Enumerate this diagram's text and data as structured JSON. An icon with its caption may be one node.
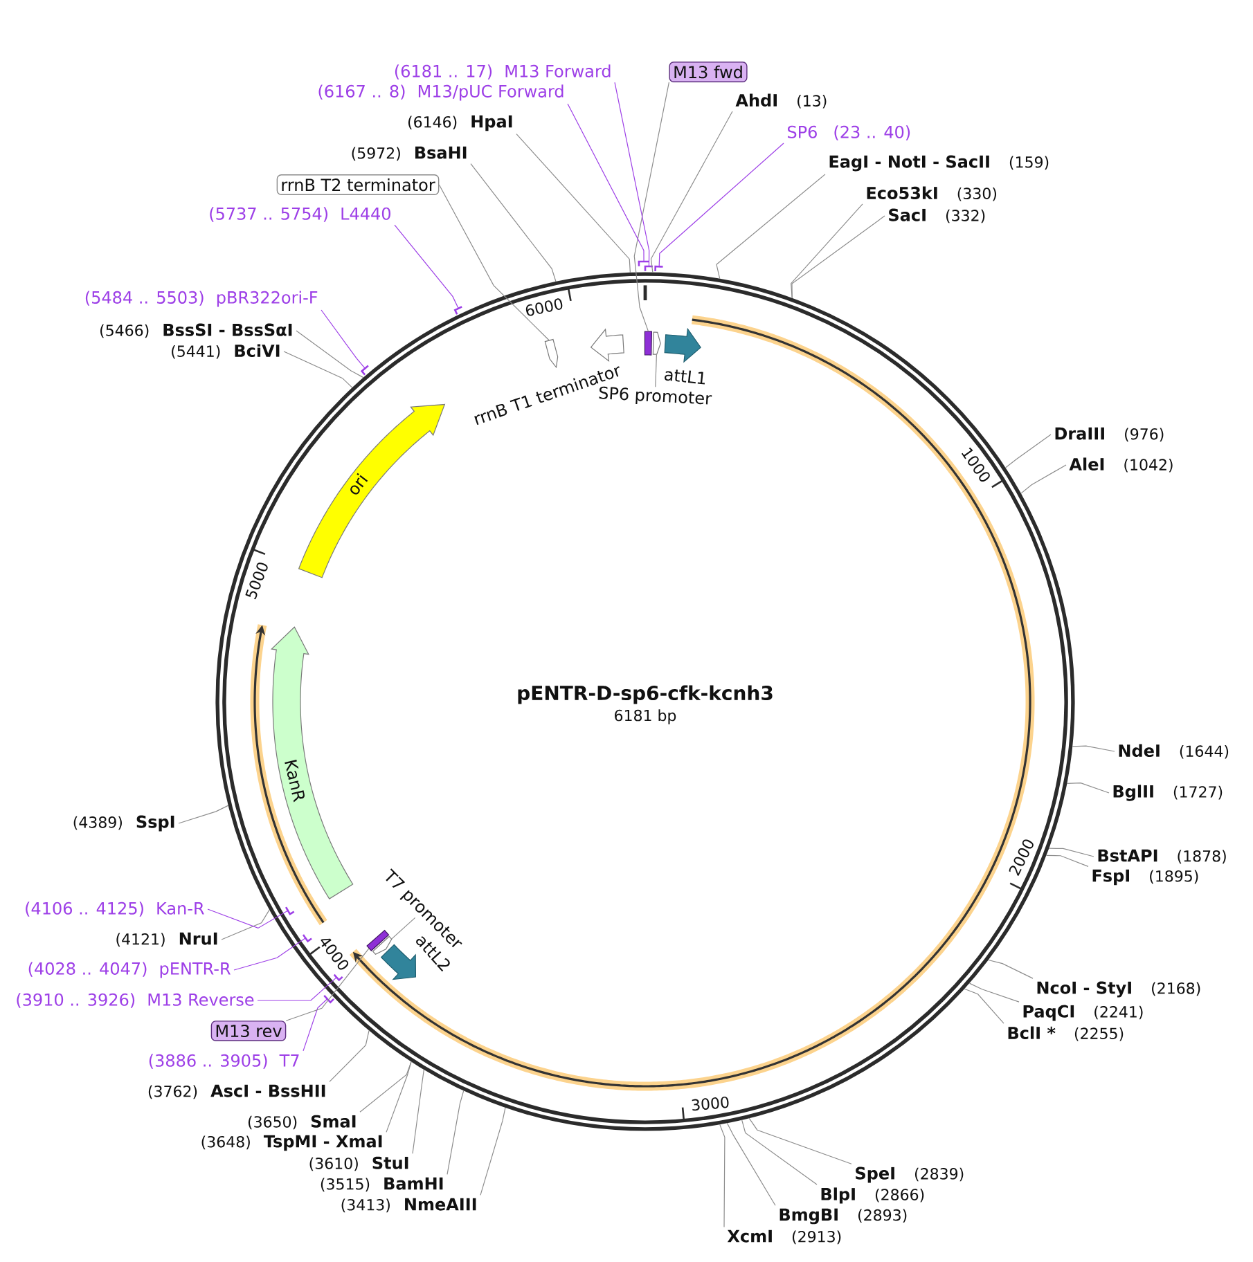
{
  "diagram": {
    "title": "pENTR-D-sp6-cfk-kcnh3",
    "nodes": [
      {
        "text": [
          "M13 fwd"
        ]
      },
      {
        "text": [
          "AhdI",
          "(13)"
        ]
      },
      {
        "text": [
          "SP6",
          "(23 .. 40)"
        ]
      },
      {
        "text": [
          "EagI - NotI - SacII",
          "(159)"
        ]
      },
      {
        "text": [
          "Eco53kI",
          "(330)"
        ]
      },
      {
        "text": [
          "SacI",
          "(332)"
        ]
      },
      {
        "text": [
          "DraIII",
          "(976)"
        ]
      },
      {
        "text": [
          "AleI",
          "(1042)"
        ]
      },
      {
        "text": [
          "NdeI",
          "(1644)"
        ]
      },
      {
        "text": [
          "BglII",
          "(1727)"
        ]
      },
      {
        "text": [
          "BstAPI",
          "(1878)"
        ]
      },
      {
        "text": [
          "FspI",
          "(1895)"
        ]
      },
      {
        "text": [
          "NcoI - StyI",
          "(2168)"
        ]
      },
      {
        "text": [
          "PaqCI",
          "(2241)"
        ]
      },
      {
        "text": [
          "BclI *",
          "(2255)"
        ]
      },
      {
        "text": [
          "SpeI",
          "(2839)"
        ]
      },
      {
        "text": [
          "BlpI",
          "(2866)"
        ]
      },
      {
        "text": [
          "BmgBI",
          "(2893)"
        ]
      },
      {
        "text": [
          "XcmI",
          "(2913)"
        ]
      },
      {
        "text": [
          "(3413)",
          "NmeAIII"
        ]
      },
      {
        "text": [
          "(3515)",
          "BamHI"
        ]
      },
      {
        "text": [
          "(3610)",
          "StuI"
        ]
      },
      {
        "text": [
          "(3648)",
          "TspMI - XmaI"
        ]
      },
      {
        "text": [
          "(3650)",
          "SmaI"
        ]
      },
      {
        "text": [
          "(3762)",
          "AscI - BssHII"
        ]
      },
      {
        "text": [
          "(3886 .. 3905)",
          "T7"
        ]
      },
      {
        "text": [
          "M13 rev"
        ]
      },
      {
        "text": [
          "(3910 .. 3926)",
          "M13 Reverse"
        ]
      },
      {
        "text": [
          "(4028 .. 4047)",
          "pENTR-R"
        ]
      },
      {
        "text": [
          "(4121)",
          "NruI"
        ]
      },
      {
        "text": [
          "(4106 .. 4125)",
          "Kan-R"
        ]
      },
      {
        "text": [
          "(4389)",
          "SspI"
        ]
      },
      {
        "text": [
          "(5441)",
          "BciVI"
        ]
      },
      {
        "text": [
          "(5466)",
          "BssSI - BssSαI"
        ]
      },
      {
        "text": [
          "(5484 .. 5503)",
          "pBR322ori-F"
        ]
      },
      {
        "text": [
          "(5737 .. 5754)",
          "L4440"
        ]
      },
      {
        "text": [
          "rrnB T2 terminator"
        ]
      },
      {
        "text": [
          "(5972)",
          "BsaHI"
        ]
      },
      {
        "text": [
          "(6146)",
          "HpaI"
        ]
      },
      {
        "text": [
          "(6167 .. 8)",
          "M13/pUC Forward"
        ]
      },
      {
        "text": [
          "(6181 .. 17)",
          "M13 Forward"
        ]
      },
      {
        "text": [],
        "shape": "circle"
      },
      {
        "text": [],
        "shape": "arrow",
        "beside": [
          "attL1"
        ],
        "in": 41
      },
      {
        "text": [],
        "shape": "arrow",
        "in": 41
      },
      {
        "text": [],
        "shape": "box",
        "in": 41
      },
      {
        "text": [
          "SP6 promoter"
        ],
        "in": 41
      },
      {
        "text": [],
        "shape": "arrow",
        "in": 41
      },
      {
        "text": [],
        "shape": "box",
        "in": 41
      },
      {
        "text": [
          "T7 promoter"
        ],
        "in": 41
      },
      {
        "text": [],
        "shape": "arrow",
        "beside": [
          "attL2"
        ],
        "in": 41
      },
      {
        "text": [
          "KanR"
        ],
        "in": 41
      },
      {
        "text": [
          "ori"
        ],
        "in": 41
      },
      {
        "text": [],
        "shape": "arrow",
        "beside": [
          "rrnB T1 terminator"
        ],
        "in": 41
      },
      {
        "text": [],
        "shape": "arrow",
        "in": 41
      },
      {
        "text": [],
        "shape": "bar"
      },
      {
        "text": [],
        "shape": "bar"
      },
      {
        "text": [],
        "shape": "bar"
      },
      {
        "text": [],
        "shape": "bar"
      },
      {
        "text": [],
        "shape": "bar",
        "in": 41
      },
      {
        "text": [],
        "shape": "bar",
        "in": 41
      },
      {
        "text": [],
        "shape": "bar",
        "in": 41
      },
      {
        "text": [],
        "shape": "bar"
      },
      {
        "text": [],
        "shape": "bar"
      }
    ],
    "edges": [
      {
        "from": 0,
        "to": 44,
        "arrow": "none"
      },
      {
        "from": 1,
        "to": 41,
        "arrow": "none"
      },
      {
        "from": 2,
        "to": 56,
        "arrow": "none",
        "color": "#9d3fe7"
      },
      {
        "from": 3,
        "to": 41,
        "arrow": "none"
      },
      {
        "from": 4,
        "to": 41,
        "arrow": "none"
      },
      {
        "from": 5,
        "to": 41,
        "arrow": "none"
      },
      {
        "from": 6,
        "to": 41,
        "arrow": "none"
      },
      {
        "from": 7,
        "to": 41,
        "arrow": "none"
      },
      {
        "from": 8,
        "to": 41,
        "arrow": "none"
      },
      {
        "from": 9,
        "to": 41,
        "arrow": "none"
      },
      {
        "from": 10,
        "to": 41,
        "arrow": "none"
      },
      {
        "from": 11,
        "to": 41,
        "arrow": "none"
      },
      {
        "from": 12,
        "to": 41,
        "arrow": "none"
      },
      {
        "from": 13,
        "to": 41,
        "arrow": "none"
      },
      {
        "from": 14,
        "to": 41,
        "arrow": "none"
      },
      {
        "from": 15,
        "to": 41,
        "arrow": "none"
      },
      {
        "from": 16,
        "to": 41,
        "arrow": "none"
      },
      {
        "from": 17,
        "to": 41,
        "arrow": "none"
      },
      {
        "from": 18,
        "to": 41,
        "arrow": "none"
      },
      {
        "from": 19,
        "to": 41,
        "arrow": "none"
      },
      {
        "from": 20,
        "to": 41,
        "arrow": "none"
      },
      {
        "from": 21,
        "to": 41,
        "arrow": "none"
      },
      {
        "from": 22,
        "to": 41,
        "arrow": "none"
      },
      {
        "from": 23,
        "to": 41,
        "arrow": "none"
      },
      {
        "from": 24,
        "to": 41,
        "arrow": "none"
      },
      {
        "from": 25,
        "to": 57,
        "arrow": "none",
        "color": "#9d3fe7"
      },
      {
        "from": 26,
        "to": 47,
        "arrow": "none"
      },
      {
        "from": 27,
        "to": 58,
        "arrow": "none",
        "color": "#9d3fe7"
      },
      {
        "from": 28,
        "to": 59,
        "arrow": "none",
        "color": "#9d3fe7"
      },
      {
        "from": 29,
        "to": 41,
        "arrow": "none"
      },
      {
        "from": 30,
        "to": 60,
        "arrow": "none",
        "color": "#9d3fe7"
      },
      {
        "from": 31,
        "to": 41,
        "arrow": "none"
      },
      {
        "from": 32,
        "to": 41,
        "arrow": "none"
      },
      {
        "from": 33,
        "to": 41,
        "arrow": "none"
      },
      {
        "from": 34,
        "to": 61,
        "arrow": "none",
        "color": "#9d3fe7"
      },
      {
        "from": 35,
        "to": 62,
        "arrow": "none",
        "color": "#9d3fe7"
      },
      {
        "from": 36,
        "to": 53,
        "arrow": "none"
      },
      {
        "from": 37,
        "to": 41,
        "arrow": "none"
      },
      {
        "from": 38,
        "to": 41,
        "arrow": "none"
      },
      {
        "from": 39,
        "to": 54,
        "arrow": "none",
        "color": "#9d3fe7"
      },
      {
        "from": 40,
        "to": 55,
        "arrow": "none",
        "color": "#9d3fe7"
      },
      {
        "from": 45,
        "to": 43,
        "arrow": "none"
      },
      {
        "from": 48,
        "to": 46,
        "arrow": "none"
      }
    ],
    "labels": [
      "6000",
      "1000",
      "5000",
      "6181 bp",
      "2000",
      "4000",
      "3000"
    ]
  }
}
